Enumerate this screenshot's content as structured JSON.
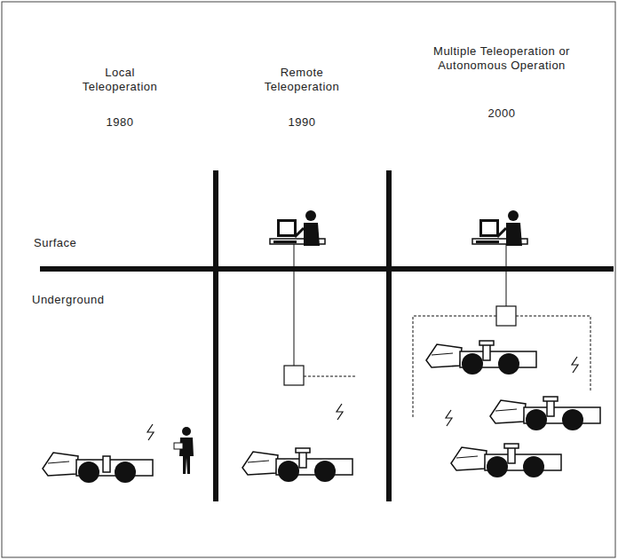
{
  "diagram": {
    "labels": [
      "Local Teleoperation",
      "1980",
      "Remote Teleoperation",
      "1990",
      "Multiple Teleoperation or Autonomous Operation",
      "2000",
      "Surface",
      "Underground"
    ]
  }
}
